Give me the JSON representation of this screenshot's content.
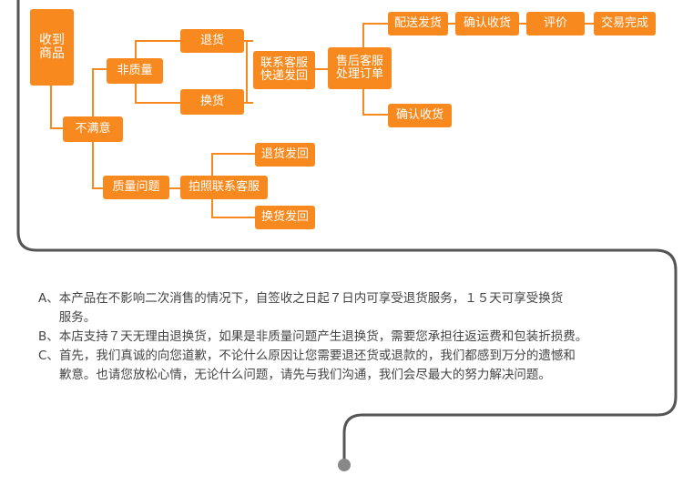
{
  "flow": {
    "receive": "收到\n商品",
    "unsatisfied": "不满意",
    "non_quality": "非质量",
    "return": "退货",
    "exchange": "换货",
    "contact_cs_ship": "联系客服\n快递发回",
    "after_sales": "售后客服\n处理订单",
    "deliver": "配送发货",
    "confirm_receipt_top": "确认收货",
    "review": "评价",
    "deal_done": "交易完成",
    "confirm_receipt_bottom": "确认收货",
    "quality_issue": "质量问题",
    "photo_contact_cs": "拍照联系客服",
    "return_ship_back": "退货发回",
    "exchange_ship_back": "换货发回"
  },
  "notes": [
    {
      "marker": "A、",
      "text": "本产品在不影响二次消售的情况下，自签收之日起７日内可享受退货服务，１５天可享受换货\n服务。"
    },
    {
      "marker": "B、",
      "text": "本店支持７天无理由退换货，如果是非质量问题产生退换货，需要您承担往返运费和包装折损费。"
    },
    {
      "marker": "C、",
      "text": "首先，我们真诚的向您道歉，不论什么原因让您需要退还货或退款的，我们都感到万分的遗憾和\n歉意。也请您放松心情，无论什么问题，请先与我们沟通，我们会尽最大的努力解决问题。"
    }
  ],
  "colors": {
    "accent": "#f7891f",
    "frame": "#555555",
    "text": "#444444"
  }
}
